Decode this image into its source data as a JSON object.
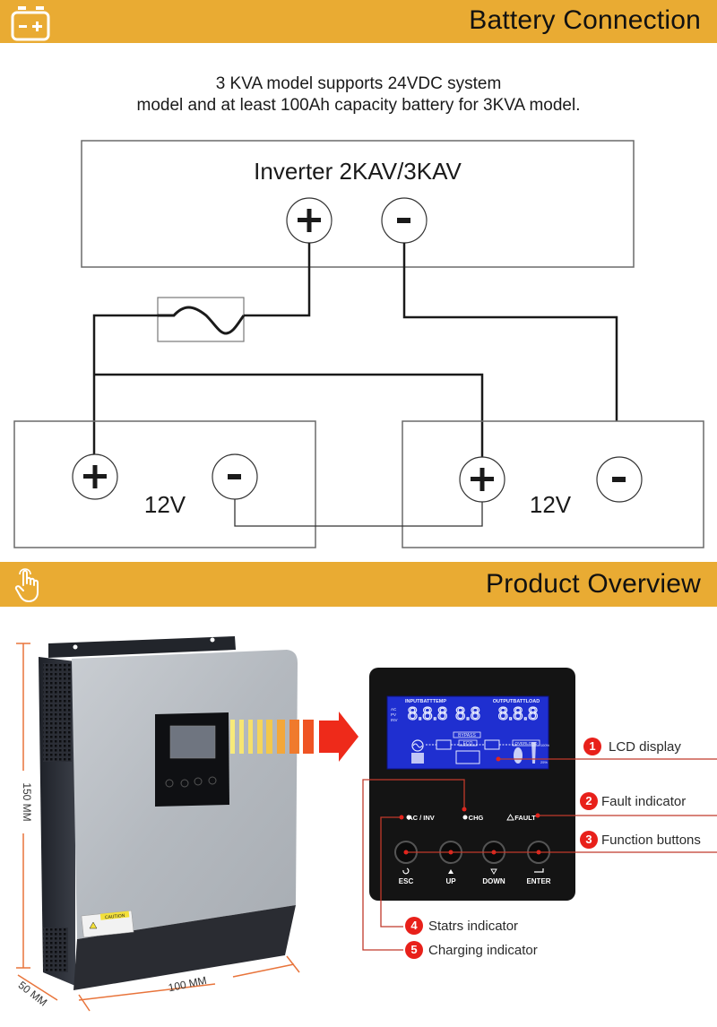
{
  "colors": {
    "banner": "#e9ab33",
    "accent_red": "#e8201a",
    "dimension_orange": "#e8743b",
    "lcd_blue": "#1f2fd0",
    "panel_black": "#141414"
  },
  "section1": {
    "title": "Battery Connection",
    "icon": "battery-icon",
    "intro_line1": "3 KVA model supports 24VDC system",
    "intro_line2": "model and at least 100Ah capacity battery for 3KVA model."
  },
  "wiring_diagram": {
    "inverter_label": "Inverter 2KAV/3KAV",
    "inverter_terminals": [
      "+",
      "-"
    ],
    "fuse": "fuse-symbol",
    "batteries": [
      {
        "label": "12V",
        "terminals": [
          "+",
          "-"
        ]
      },
      {
        "label": "12V",
        "terminals": [
          "+",
          "-"
        ]
      }
    ]
  },
  "section2": {
    "title": "Product Overview",
    "icon": "hand-pointer-icon"
  },
  "dimensions": {
    "height": "150 MM",
    "width": "100 MM",
    "depth": "50 MM"
  },
  "device": {
    "caution_label": "CAUTION"
  },
  "panel": {
    "lcd": {
      "left_header": "INPUTBATTTEMP",
      "right_header": "OUTPUTBATTLOAD",
      "digits_left": "8.8.8",
      "digits_center": "8.8",
      "digits_right": "8.8.8",
      "units_left": [
        "kW",
        "VA",
        "%",
        "Hz"
      ],
      "units_right": [
        "kW",
        "VA",
        "%",
        "Hz"
      ],
      "tags_left": [
        "AC",
        "PV",
        "INV"
      ],
      "bypass": "BYPASS",
      "eco": "ECO",
      "overload": "OVERLOAD",
      "charging": "CHARGING",
      "pct_high": "100%",
      "pct_low": "25%"
    },
    "indicators": {
      "ac_inv": "AC / INV",
      "chg": "CHG",
      "fault": "FAULT"
    },
    "buttons": [
      {
        "label": "ESC",
        "icon": "undo-icon"
      },
      {
        "label": "UP",
        "icon": "triangle-up-icon"
      },
      {
        "label": "DOWN",
        "icon": "triangle-down-icon"
      },
      {
        "label": "ENTER",
        "icon": "enter-icon"
      }
    ]
  },
  "callouts": [
    {
      "num": "1",
      "label": "LCD display"
    },
    {
      "num": "2",
      "label": "Fault indicator"
    },
    {
      "num": "3",
      "label": "Function buttons"
    },
    {
      "num": "4",
      "label": "Statrs indicator"
    },
    {
      "num": "5",
      "label": "Charging indicator"
    }
  ]
}
